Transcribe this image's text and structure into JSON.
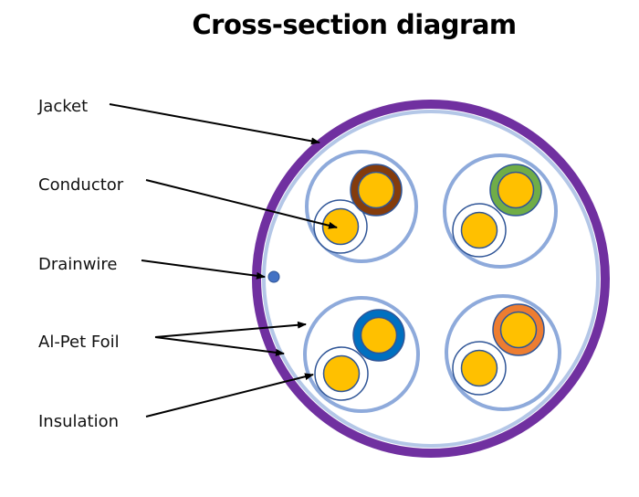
{
  "title": "Cross-section diagram",
  "labels": {
    "jacket": "Jacket",
    "conductor": "Conductor",
    "drainwire": "Drainwire",
    "foil": "Al-Pet Foil",
    "insulation": "Insulation"
  },
  "colors": {
    "jacket": "#7030a0",
    "foil": "#8eaadb",
    "foil_outer": "#b4c7e7",
    "conductor": "#ffc000",
    "outline": "#2f5597",
    "drainwire": "#4472c4",
    "pair_colors": [
      "#843c0c",
      "#70ad47",
      "#0070c0",
      "#ed7d31"
    ]
  },
  "pairs": [
    {
      "name": "brown",
      "color": "#843c0c"
    },
    {
      "name": "green",
      "color": "#70ad47"
    },
    {
      "name": "blue",
      "color": "#0070c0"
    },
    {
      "name": "orange",
      "color": "#ed7d31"
    }
  ]
}
